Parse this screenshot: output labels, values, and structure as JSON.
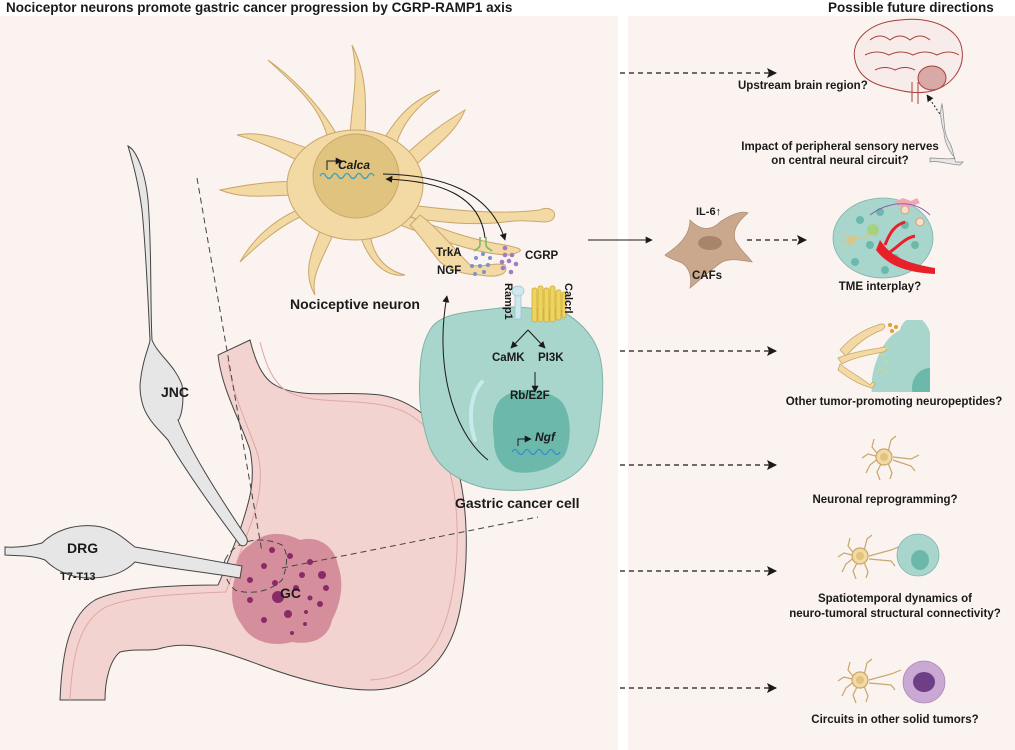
{
  "titles": {
    "left": "Nociceptor neurons promote gastric cancer progression by CGRP-RAMP1 axis",
    "right": "Possible future directions"
  },
  "left_panel": {
    "neuron": {
      "label": "Nociceptive neuron",
      "gene": "Calca",
      "receptor": "TrkA",
      "ligand": "NGF",
      "neuropeptide": "CGRP"
    },
    "cancer_cell": {
      "label": "Gastric cancer cell",
      "receptors": [
        "Ramp1",
        "Calcrl"
      ],
      "pathways": [
        "CaMK",
        "PI3K"
      ],
      "downstream": "Rb/E2F",
      "gene": "Ngf"
    },
    "anatomy": {
      "jnc": "JNC",
      "drg": "DRG",
      "drg_level": "T7-T13",
      "tumor": "GC"
    },
    "caf": {
      "label": "CAFs",
      "cytokine": "IL-6",
      "cytokine_change": "↑"
    }
  },
  "right_panel": {
    "directions": [
      {
        "label": "Upstream brain region?",
        "icon": "brain-icon"
      },
      {
        "label": "Impact of peripheral sensory nerves on central neural circuit?",
        "line1": "Impact of peripheral sensory nerves",
        "line2": "on central neural circuit?",
        "icon": "peripheral-nerve-icon"
      },
      {
        "label": "TME interplay?",
        "icon": "tumor-microenvironment-icon"
      },
      {
        "label": "Other tumor-promoting neuropeptides?",
        "icon": "neuropeptide-release-icon"
      },
      {
        "label": "Neuronal reprogramming?",
        "icon": "neuron-icon"
      },
      {
        "label": "Spatiotemporal dynamics of neuro-tumoral structural connectivity?",
        "line1": "Spatiotemporal dynamics of",
        "line2": "neuro-tumoral structural connectivity?",
        "icon": "neuron-tumor-contact-icon"
      },
      {
        "label": "Circuits in other solid tumors?",
        "icon": "neuron-other-tumor-icon"
      }
    ]
  },
  "colors": {
    "panel_bg": "#faf3ef",
    "neuron_fill": "#f3d9a4",
    "neuron_stroke": "#c9a66b",
    "nucleus": "#e0c37f",
    "cancer_cell": "#a8d5cc",
    "cancer_nucleus": "#6cb9ac",
    "stomach": "#f2d3d0",
    "tumor": "#d58f9c",
    "tumor_dots": "#8a2a68",
    "nerve": "#e6e6e6",
    "caf": "#c9a88d",
    "brain": "#a8413e",
    "vessel": "#e8202a",
    "cgrp_dots": "#a07cc0",
    "ngf_dots": "#7d92c9",
    "trka": "#7fb866",
    "calcrl": "#eed35e",
    "ramp1": "#cfe8f0",
    "purple_tumor": "#c9a8d4",
    "purple_nucleus": "#6e3f86"
  }
}
